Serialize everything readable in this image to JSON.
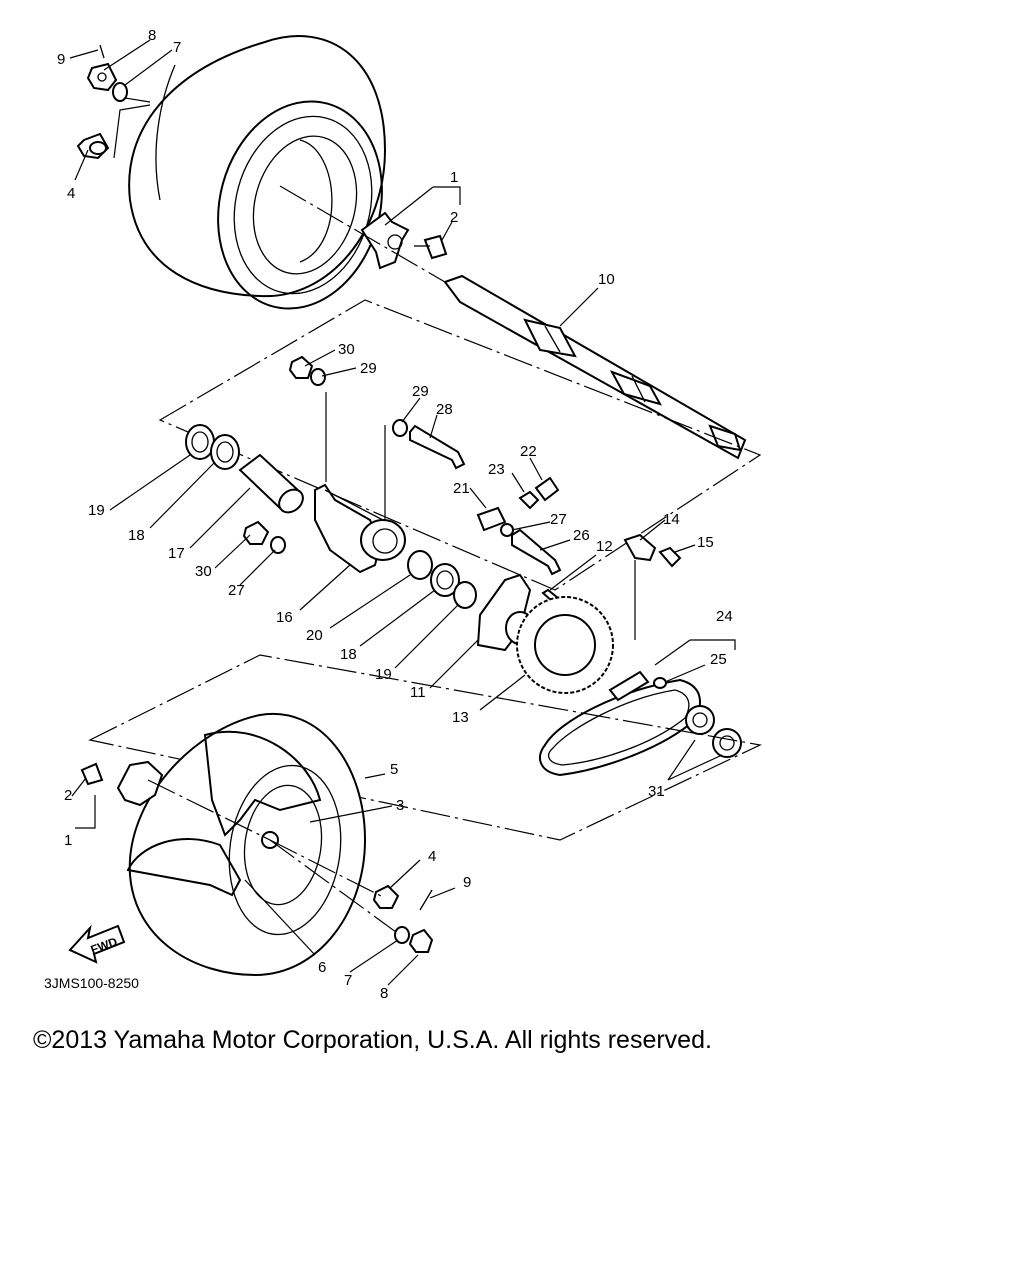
{
  "diagram_code": "3JMS100-8250",
  "fwd_label": "FWD",
  "copyright": "©2013 Yamaha Motor Corporation, U.S.A. All rights reserved.",
  "callouts": [
    "1",
    "2",
    "3",
    "4",
    "5",
    "6",
    "7",
    "8",
    "9",
    "10",
    "11",
    "12",
    "13",
    "14",
    "15",
    "16",
    "17",
    "18",
    "19",
    "20",
    "21",
    "22",
    "23",
    "24",
    "25",
    "26",
    "27",
    "28",
    "29",
    "30",
    "31"
  ]
}
